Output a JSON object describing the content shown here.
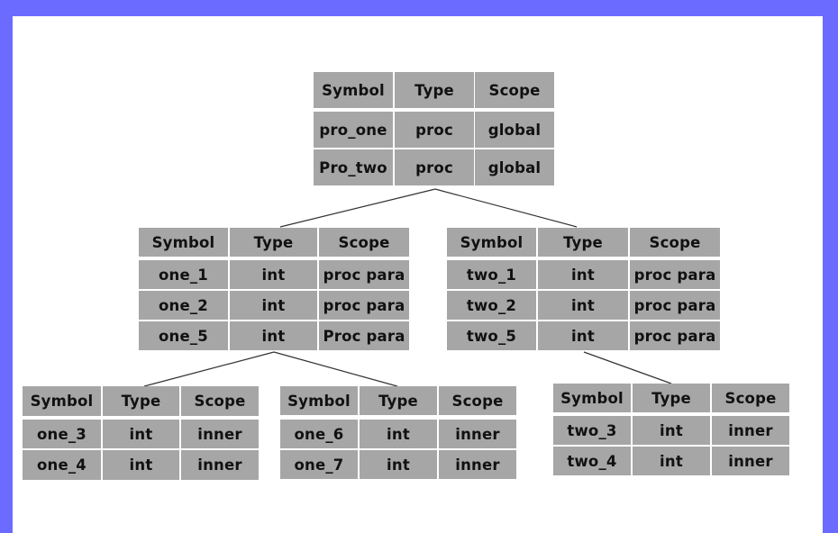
{
  "tables": [
    {
      "id": "global",
      "headers": [
        "Symbol",
        "Type",
        "Scope"
      ],
      "rows": [
        [
          "pro_one",
          "proc",
          "global"
        ],
        [
          "Pro_two",
          "proc",
          "global"
        ]
      ]
    },
    {
      "id": "pro-one",
      "headers": [
        "Symbol",
        "Type",
        "Scope"
      ],
      "rows": [
        [
          "one_1",
          "int",
          "proc para"
        ],
        [
          "one_2",
          "int",
          "proc para"
        ],
        [
          "one_5",
          "int",
          "Proc para"
        ]
      ]
    },
    {
      "id": "pro-two",
      "headers": [
        "Symbol",
        "Type",
        "Scope"
      ],
      "rows": [
        [
          "two_1",
          "int",
          "proc para"
        ],
        [
          "two_2",
          "int",
          "proc para"
        ],
        [
          "two_5",
          "int",
          "proc para"
        ]
      ]
    },
    {
      "id": "one-inner-a",
      "headers": [
        "Symbol",
        "Type",
        "Scope"
      ],
      "rows": [
        [
          "one_3",
          "int",
          "inner"
        ],
        [
          "one_4",
          "int",
          "inner"
        ]
      ]
    },
    {
      "id": "one-inner-b",
      "headers": [
        "Symbol",
        "Type",
        "Scope"
      ],
      "rows": [
        [
          "one_6",
          "int",
          "inner"
        ],
        [
          "one_7",
          "int",
          "inner"
        ]
      ]
    },
    {
      "id": "two-inner",
      "headers": [
        "Symbol",
        "Type",
        "Scope"
      ],
      "rows": [
        [
          "two_3",
          "int",
          "inner"
        ],
        [
          "two_4",
          "int",
          "inner"
        ]
      ]
    }
  ],
  "colors": {
    "frame": "#6b6bff",
    "canvas": "#ffffff",
    "cell": "#a6a6a6",
    "text": "#111111",
    "connector": "#333333"
  }
}
